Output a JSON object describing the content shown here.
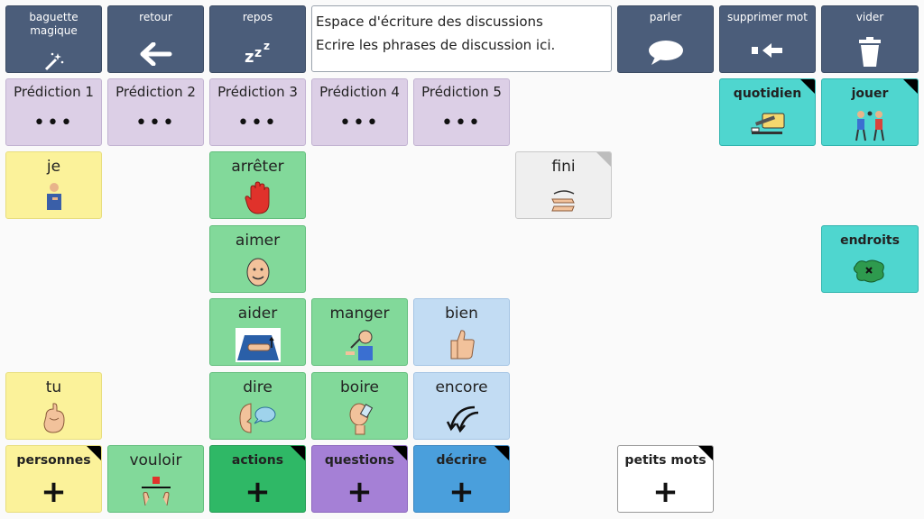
{
  "toolbar": {
    "magic_label": "baguette magique",
    "back_label": "retour",
    "rest_label": "repos",
    "speak_label": "parler",
    "delete_word_label": "supprimer mot",
    "clear_label": "vider"
  },
  "message_window": {
    "line1": "Espace d'écriture des discussions",
    "line2": "Ecrire les phrases de discussion ici."
  },
  "predictions": [
    "Prédiction 1",
    "Prédiction 2",
    "Prédiction 3",
    "Prédiction 4",
    "Prédiction 5"
  ],
  "prediction_placeholder": "•••",
  "categories": {
    "quotidien": "quotidien",
    "jouer": "jouer",
    "endroits": "endroits",
    "personnes": "personnes",
    "actions": "actions",
    "questions": "questions",
    "decrire": "décrire",
    "petits_mots": "petits mots"
  },
  "words": {
    "je": "je",
    "arreter": "arrêter",
    "fini": "fini",
    "aimer": "aimer",
    "aider": "aider",
    "manger": "manger",
    "bien": "bien",
    "tu": "tu",
    "dire": "dire",
    "boire": "boire",
    "encore": "encore",
    "vouloir": "vouloir"
  },
  "plus_symbol": "+",
  "icons": {
    "magic": "magic-wand-icon",
    "back": "arrow-left-icon",
    "rest": "zzz-icon",
    "speak": "speech-bubble-icon",
    "delete_word": "backspace-arrow-icon",
    "clear": "trash-icon"
  },
  "colors": {
    "toolbar": "#4b5d7a",
    "prediction": "#dccfe6",
    "people": "#fbf29a",
    "verb": "#82d99a",
    "actions": "#2fb866",
    "questions": "#a580d6",
    "describe_light": "#c2dcf3",
    "describe": "#4a9fdc",
    "topic": "#4fd6cf"
  }
}
